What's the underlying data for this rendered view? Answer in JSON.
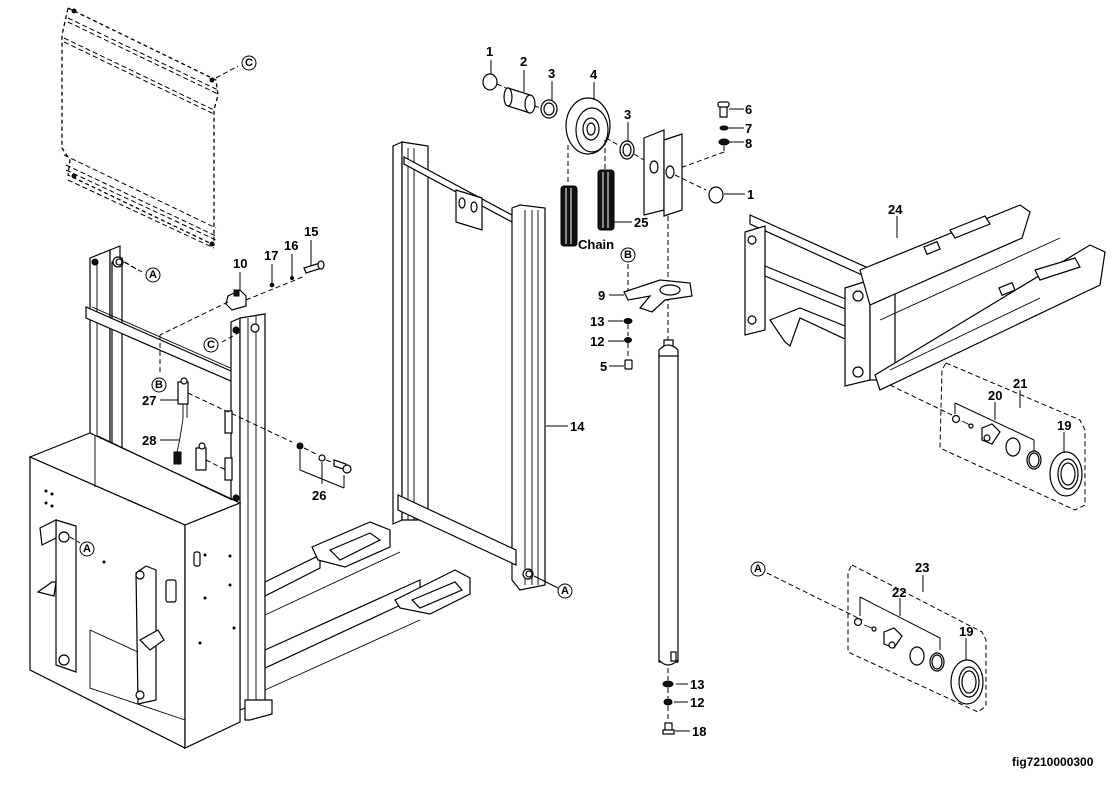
{
  "figure_id": "fig7210000300",
  "chain_label": "Chain",
  "callouts": {
    "c1a": "1",
    "c2": "2",
    "c3a": "3",
    "c4": "4",
    "c3b": "3",
    "c6": "6",
    "c7": "7",
    "c8": "8",
    "c1b": "1",
    "c25": "25",
    "c24": "24",
    "c9": "9",
    "c13a": "13",
    "c12a": "12",
    "c5": "5",
    "c10": "10",
    "c17": "17",
    "c16": "16",
    "c15": "15",
    "c27": "27",
    "c28": "28",
    "c26": "26",
    "c14": "14",
    "c21": "21",
    "c20": "20",
    "c19a": "19",
    "c23": "23",
    "c22": "22",
    "c19b": "19",
    "c13b": "13",
    "c12b": "12",
    "c18": "18"
  },
  "reference_markers": {
    "A1": "A",
    "A2": "A",
    "A3": "A",
    "A4": "A",
    "B1": "B",
    "B2": "B",
    "C1": "C",
    "C2": "C"
  }
}
